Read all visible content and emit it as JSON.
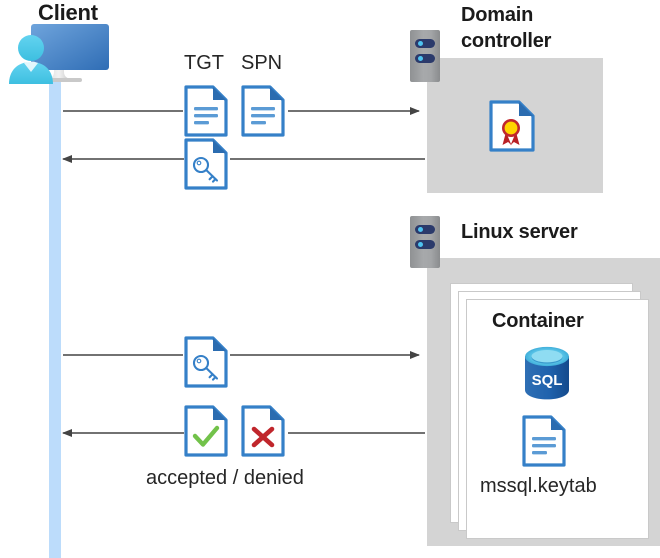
{
  "diagram": {
    "type": "kerberos-authentication-flow",
    "background": "#ffffff",
    "accent_blue": "#3580c8",
    "lifeline_color": "#bcdcfb",
    "panel_gray": "#d4d4d4"
  },
  "client": {
    "title": "Client",
    "icon": "client-computer-icon"
  },
  "domain_controller": {
    "title_line1": "Domain",
    "title_line2": "controller",
    "server_icon": "server-rack-icon",
    "content_icon": "certificate-document-icon"
  },
  "linux_server": {
    "title": "Linux server",
    "server_icon": "server-rack-icon",
    "container": {
      "title": "Container",
      "database_icon": "sql-database-icon",
      "keytab_icon": "document-icon",
      "keytab_label": "mssql.keytab",
      "card_count": 3
    }
  },
  "messages": [
    {
      "id": "request-tgt-spn",
      "direction": "right",
      "labels": [
        "TGT",
        "SPN"
      ],
      "icons": [
        "document-icon",
        "document-icon"
      ]
    },
    {
      "id": "receive-service-ticket",
      "direction": "left",
      "labels": [],
      "icons": [
        "key-document-icon"
      ]
    },
    {
      "id": "present-service-ticket",
      "direction": "right",
      "labels": [],
      "icons": [
        "key-document-icon"
      ]
    },
    {
      "id": "auth-result",
      "direction": "left",
      "labels": [
        "accepted / denied"
      ],
      "icons": [
        "check-document-icon",
        "x-document-icon"
      ]
    }
  ],
  "labels": {
    "tgt": "TGT",
    "spn": "SPN",
    "accepted_denied": "accepted / denied",
    "keytab": "mssql.keytab"
  }
}
